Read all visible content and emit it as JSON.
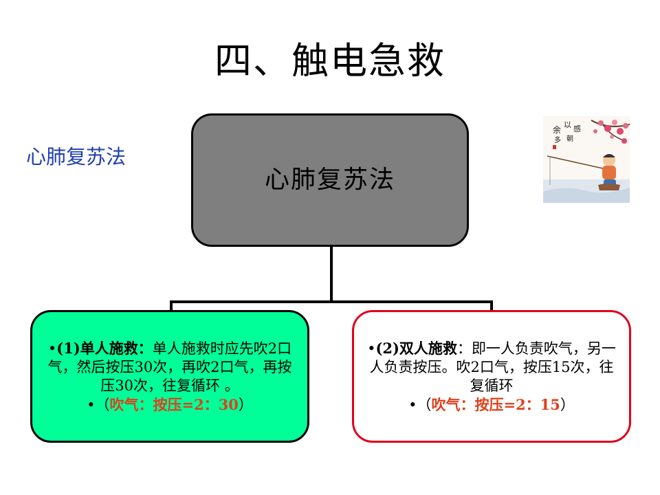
{
  "title": "四、触电急救",
  "side_label": "心肺复苏法",
  "center_node": {
    "label": "心肺复苏法"
  },
  "left_box": {
    "bullet": "•",
    "heading": "(1)单人施救：",
    "text": "单人施救时应先吹2口气，然后按压30次，再吹2口气，再按压30次，往复循环 。",
    "ratio_open": "•（",
    "ratio": "吹气：按压=2：30",
    "ratio_close": "）"
  },
  "right_box": {
    "bullet": "•",
    "heading": "(2)双人施救",
    "colon": "：",
    "text": "即一人负责吹气，另一人负责按压。吹2口气，按压15次，往复循环",
    "ratio_open": "•（",
    "ratio": "吹气：按压=2：15",
    "ratio_close": "）"
  },
  "image": {
    "icon": "fishing-boy-painting-icon"
  },
  "colors": {
    "center_fill": "#7f7f7f",
    "left_fill": "#00ff99",
    "right_border": "#e0001b",
    "side_label": "#1f3fb0",
    "ratio_text": "#e0401b"
  }
}
